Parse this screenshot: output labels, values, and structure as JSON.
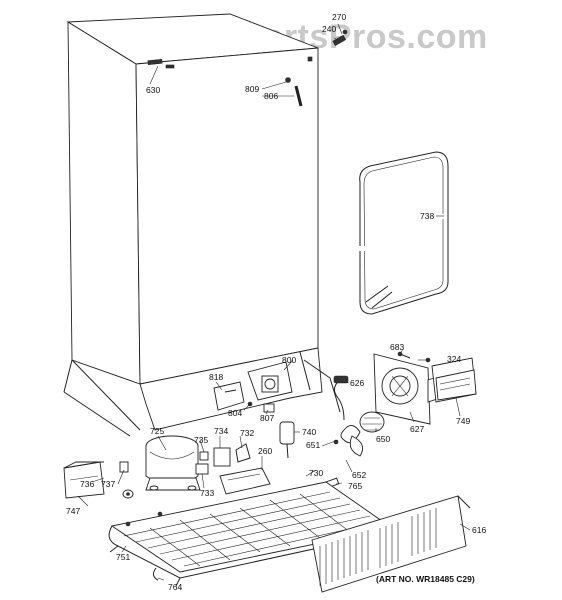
{
  "watermark": "AppliancePartsPros.com",
  "art_number": "(ART NO. WR18485 C29)",
  "part_labels": [
    "270",
    "240",
    "630",
    "809",
    "806",
    "738",
    "800",
    "818",
    "683",
    "324",
    "626",
    "804",
    "807",
    "725",
    "735",
    "734",
    "732",
    "740",
    "651",
    "650",
    "627",
    "749",
    "260",
    "730",
    "652",
    "736",
    "737",
    "765",
    "733",
    "747",
    "616",
    "751",
    "764"
  ]
}
